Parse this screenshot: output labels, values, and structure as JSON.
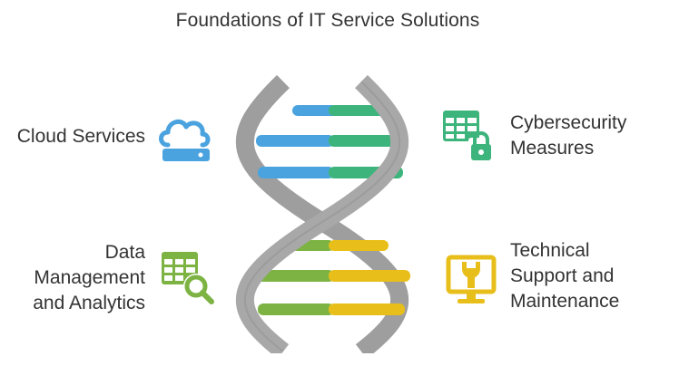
{
  "title": "Foundations of IT Service Solutions",
  "items": {
    "cloud": {
      "lines": [
        "Cloud Services"
      ],
      "icon": "cloud-server-icon",
      "color": "#4aa3df"
    },
    "cyber": {
      "lines": [
        "Cybersecurity",
        "Measures"
      ],
      "icon": "spreadsheet-lock-icon",
      "color": "#3db47c"
    },
    "data": {
      "lines": [
        "Data",
        "Management",
        "and Analytics"
      ],
      "icon": "spreadsheet-search-icon",
      "color": "#7cb342"
    },
    "tech": {
      "lines": [
        "Technical",
        "Support and",
        "Maintenance"
      ],
      "icon": "monitor-wrench-icon",
      "color": "#e8bf1a"
    }
  },
  "colors": {
    "backbone": "#9e9e9e",
    "blue": "#4aa3df",
    "green": "#3db47c",
    "lime": "#7cb342",
    "yellow": "#e8bf1a"
  }
}
